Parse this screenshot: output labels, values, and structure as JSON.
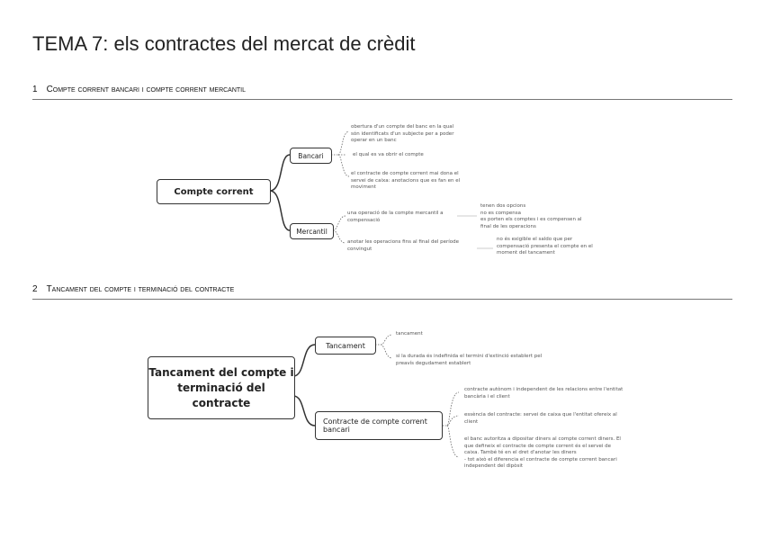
{
  "title": "TEMA 7: els contractes del mercat de crèdit",
  "sections": [
    {
      "number": "1",
      "title": "Compte corrent bancari i compte corrent mercantil"
    },
    {
      "number": "2",
      "title": "Tancament del compte i terminació del contracte"
    }
  ],
  "map1": {
    "root": "Compte corrent",
    "bancari": {
      "label": "Bancari",
      "leaves": [
        "obertura d'un compte del banc en la qual són identificats d'un subjecte per a poder operar en un banc",
        "el qual es va obrir el compte",
        "el contracte de compte corrent mai dona el servei de caixa: anotacions que es fan en el moviment"
      ]
    },
    "mercantil": {
      "label": "Mercantil",
      "leaves": [
        "una operació de la compte mercantil a compensació",
        "anotar les operacions fins al final del període convingut"
      ],
      "sub": [
        "tenen dos opcions\nno es compensa\nes porten els comptes i es compensen al final de les operacions",
        "no és exigible el saldo que per compensació presenta el compte en el moment del tancament"
      ]
    }
  },
  "map2": {
    "root": "Tancament del compte i terminació del contracte",
    "tancament": {
      "label": "Tancament",
      "leaves": [
        "tancament",
        "si la durada és indefinida el termini d'extinció establert pel preavís degudament establert"
      ]
    },
    "contracte": {
      "label": "Contracte de compte corrent bancari",
      "leaves": [
        "contracte autònom i independent de les relacions entre l'entitat bancària i el client",
        "essència del contracte: servei de caixa que l'entitat ofereix al client",
        "el banc autoritza a dipositar diners al compte corrent diners. El que defineix el contracte de compte corrent és el servei de caixa. També té en el dret d'anotar les diners\n- tot això el diferencia el contracte de compte corrent bancari independent del dipòsit"
      ]
    }
  }
}
